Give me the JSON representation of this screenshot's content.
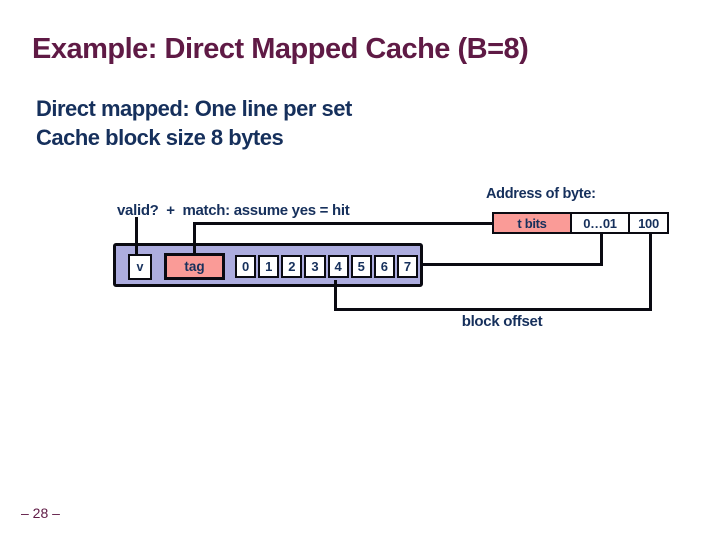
{
  "slide": {
    "title": "Example: Direct Mapped Cache (B=8)",
    "subtitle_lines": [
      "Direct mapped: One line per set",
      "Cache block size 8 bytes"
    ],
    "page_number": "– 28 –"
  },
  "diagram": {
    "valid_match_label": "valid?  +  match: assume yes = hit",
    "address_label": "Address of byte:",
    "address_fields": [
      {
        "label": "t bits",
        "highlight": true
      },
      {
        "label": "0…01",
        "highlight": false
      },
      {
        "label": "100",
        "highlight": false
      }
    ],
    "cache_line": {
      "valid_label": "v",
      "tag_label": "tag",
      "byte_labels": [
        "0",
        "1",
        "2",
        "3",
        "4",
        "5",
        "6",
        "7"
      ]
    },
    "block_offset_label": "block offset"
  },
  "colors": {
    "background": "#ffffff",
    "title_text": "#5f1a45",
    "body_text": "#16305c",
    "salmon_fill": "#fa9b97",
    "periwinkle_fill": "#acacdf",
    "line_color": "#0a0a12"
  }
}
